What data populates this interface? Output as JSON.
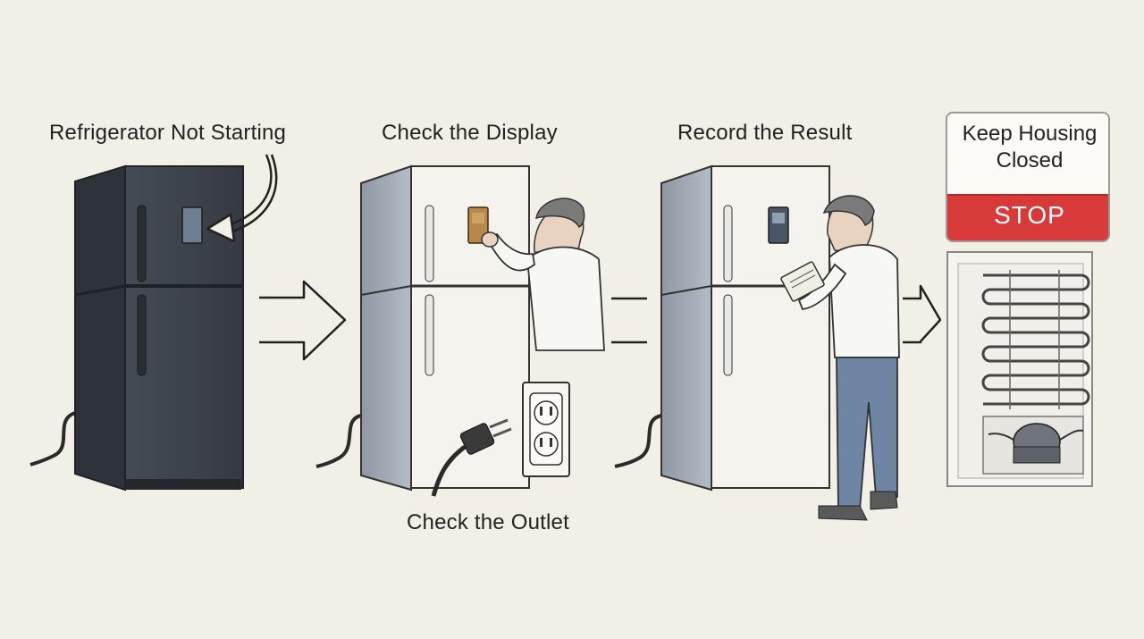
{
  "steps": [
    {
      "label": "Refrigerator Not Starting"
    },
    {
      "label": "Check the Display"
    },
    {
      "label": "Record the Result"
    }
  ],
  "outlet_label": "Check the Outlet",
  "warning": {
    "title": "Keep Housing\nClosed",
    "stop": "STOP"
  },
  "colors": {
    "background": "#f1efe6",
    "fridge_dark": "#3b4149",
    "fridge_light": "#f4f3ee",
    "fridge_side": "#9aa3ae",
    "stop_red": "#d83a3a",
    "jeans": "#6e86a3"
  },
  "icons": [
    "refrigerator-icon",
    "arrow-right-icon",
    "curved-arrow-icon",
    "power-outlet-icon",
    "plug-icon",
    "clipboard-icon",
    "compressor-icon",
    "condenser-coil-icon"
  ]
}
